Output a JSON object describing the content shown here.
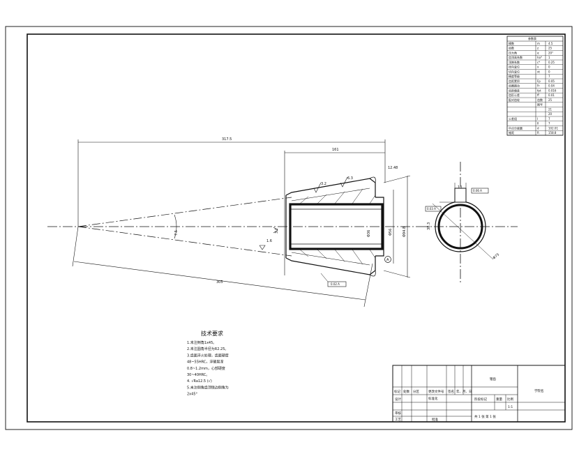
{
  "drawing": {
    "part_name": "锥齿",
    "school": "学院名",
    "tech_title": "技术要求",
    "notes": [
      "1.未注倒角1x45。",
      "2.未注圆角半径为R2.25。",
      "3.齿面淬火处理，齿面硬度",
      "  48~55HRC，淬硬层深",
      "  0.8~1.2mm，心部硬度",
      "  30~40HRC。",
      "4.  √Ra12.5  (√)",
      "5.未注倒角齿顶锐边倒角为",
      "  2x45°"
    ],
    "dimensions": {
      "cone_distance": "317.5",
      "face_width_top": "161",
      "bottom_length": "305",
      "chamfer": "12.48",
      "bore": "Φ36",
      "od_small": "Φ56",
      "od_large": "Φ94.8",
      "circle_dia": "Φ75",
      "keyway": "10",
      "keyway_depth": "38.3",
      "angle": "7.5",
      "ra1": "3.2",
      "ra2": "6.3",
      "ra3": "1.6",
      "ra4": "3.2",
      "datum": "A",
      "pos_tol": "0.03 A",
      "face_tol": "0.02 A",
      "sym_tol": "0.06 A"
    },
    "params_table": {
      "header": "参数表",
      "rows": [
        [
          "模数",
          "m",
          "4.5"
        ],
        [
          "齿数",
          "z",
          "25"
        ],
        [
          "压力角",
          "α",
          "20°"
        ],
        [
          "齿顶高系数",
          "ha*",
          "1"
        ],
        [
          "顶隙系数",
          "c*",
          "0.25"
        ],
        [
          "径向变位",
          "x",
          "0"
        ],
        [
          "切向变位",
          "xt",
          "0"
        ],
        [
          "精度等级",
          "",
          "7"
        ],
        [
          "齿距累积",
          "Fp",
          "0.05"
        ],
        [
          "齿圈跳动",
          "Fr",
          "0.04"
        ],
        [
          "齿距偏差",
          "fpt",
          "0.016"
        ],
        [
          "齿形公差",
          "ff",
          "0.01"
        ],
        [
          "配对齿轮",
          "齿数",
          "25"
        ],
        [
          "",
          "图号",
          ""
        ],
        [
          "",
          "",
          "21"
        ],
        [
          "",
          "",
          "20"
        ],
        [
          "公差组",
          "I",
          "7"
        ],
        [
          "",
          "II",
          "7"
        ],
        [
          "中点分度圆",
          "d",
          "102.01"
        ],
        [
          "锥距",
          "R",
          "158.8"
        ]
      ]
    },
    "title_block": {
      "row1": [
        "标记",
        "处数",
        "分区",
        "更改文件号",
        "签名",
        "年、月、日"
      ],
      "design": "设计",
      "standard": "标准化",
      "stage": "阶段标记",
      "weight": "重量",
      "scale": "比例",
      "scale_val": "1:1",
      "review": "审核",
      "process": "工艺",
      "approve": "批准",
      "sheets": "共 1 张    第 1 张"
    }
  }
}
